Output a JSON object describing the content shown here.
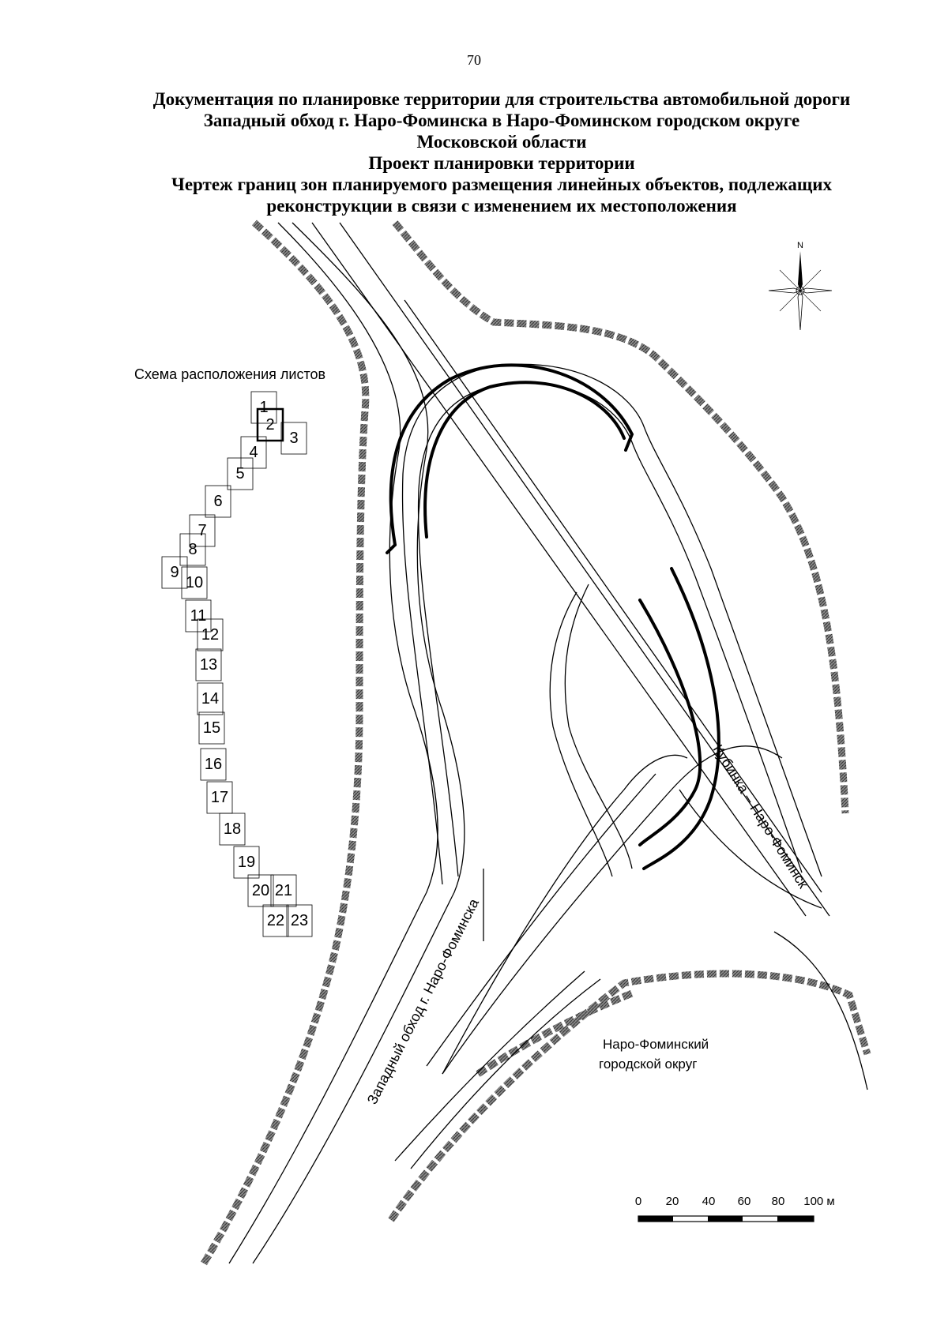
{
  "page_number": "70",
  "title_lines": [
    "Документация по планировке территории для строительства автомобильной дороги",
    "Западный обход г. Наро-Фоминска в Наро-Фоминском городском округе",
    "Московской области",
    "Проект планировки территории",
    "Чертеж границ зон планируемого размещения линейных объектов, подлежащих",
    "реконструкции в связи с изменением их местоположения"
  ],
  "compass": {
    "north_label": "N"
  },
  "sheet_scheme": {
    "title": "Схема расположения листов",
    "highlighted_sheet": "2",
    "sheets": [
      "1",
      "2",
      "3",
      "4",
      "5",
      "6",
      "7",
      "8",
      "9",
      "10",
      "11",
      "12",
      "13",
      "14",
      "15",
      "16",
      "17",
      "18",
      "19",
      "20",
      "21",
      "22",
      "23"
    ]
  },
  "road_labels": {
    "kubinka": "Кубинка – Наро-Фоминск",
    "western_bypass": "Западный обход г. Наро-Фоминска"
  },
  "area_label": {
    "line1": "Наро-Фоминский",
    "line2": "городской округ"
  },
  "scale_bar": {
    "ticks": [
      "0",
      "20",
      "40",
      "60",
      "80",
      "100 м"
    ]
  }
}
